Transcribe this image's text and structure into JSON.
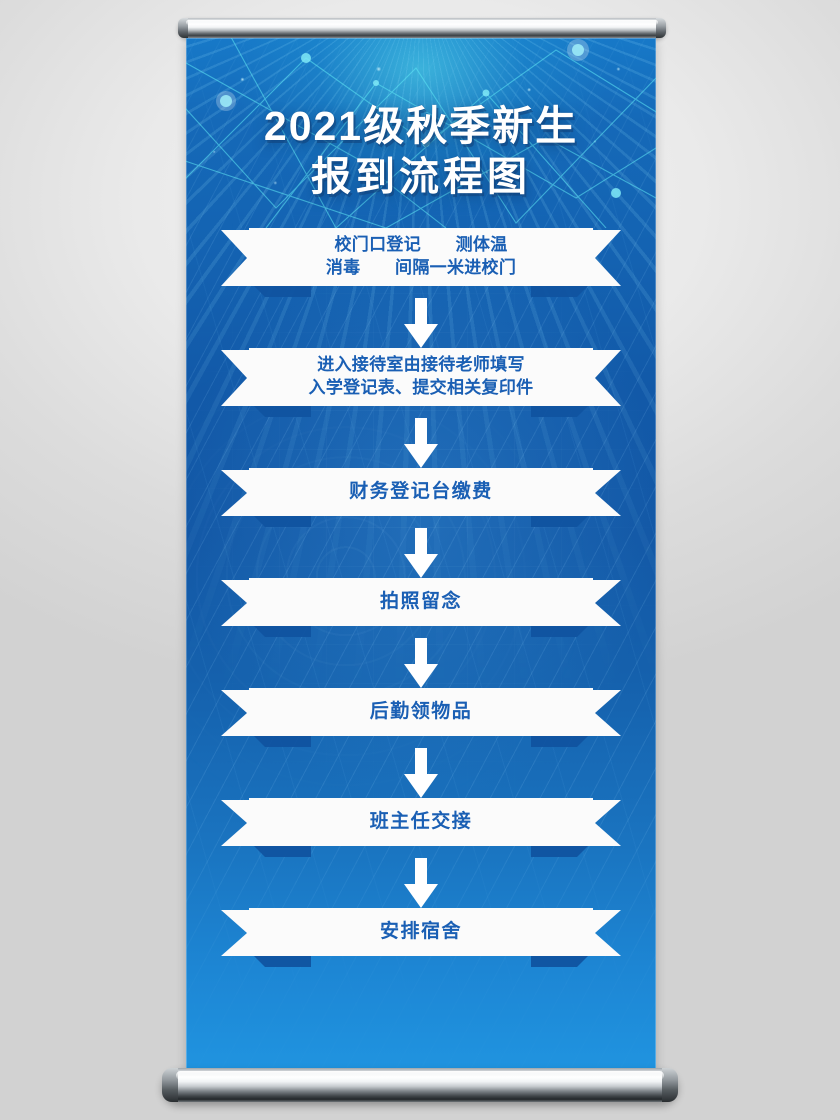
{
  "document": {
    "type": "roll-up banner stand",
    "orientation": "portrait"
  },
  "banner": {
    "title": {
      "line1": "2021级秋季新生",
      "line2": "报到流程图"
    },
    "colors": {
      "background_blue": "#1463b2",
      "background_blue_light": "#2094e0",
      "ribbon_white": "#fbfbfb",
      "ribbon_fold": "#1053a0",
      "text_blue": "#1a5fb4",
      "title_white": "#ffffff",
      "accent_cyan": "#5ae6f0",
      "backdrop_gray": "#e6e6e6",
      "roller_silver": "#d7dbde"
    },
    "flow": {
      "steps": [
        {
          "index": 1,
          "lines": [
            "校门口登记　　测体温",
            "消毒　　间隔一米进校门"
          ],
          "line_count": 2
        },
        {
          "index": 2,
          "lines": [
            "进入接待室由接待老师填写",
            "入学登记表、提交相关复印件"
          ],
          "line_count": 2
        },
        {
          "index": 3,
          "lines": [
            "财务登记台缴费"
          ],
          "line_count": 1
        },
        {
          "index": 4,
          "lines": [
            "拍照留念"
          ],
          "line_count": 1
        },
        {
          "index": 5,
          "lines": [
            "后勤领物品"
          ],
          "line_count": 1
        },
        {
          "index": 6,
          "lines": [
            "班主任交接"
          ],
          "line_count": 1
        },
        {
          "index": 7,
          "lines": [
            "安排宿舍"
          ],
          "line_count": 1
        }
      ],
      "connector": "down-arrow",
      "connector_count": 6
    }
  },
  "hardware": {
    "top_rail_label": "top roller rail",
    "bottom_base_label": "bottom roller base"
  }
}
